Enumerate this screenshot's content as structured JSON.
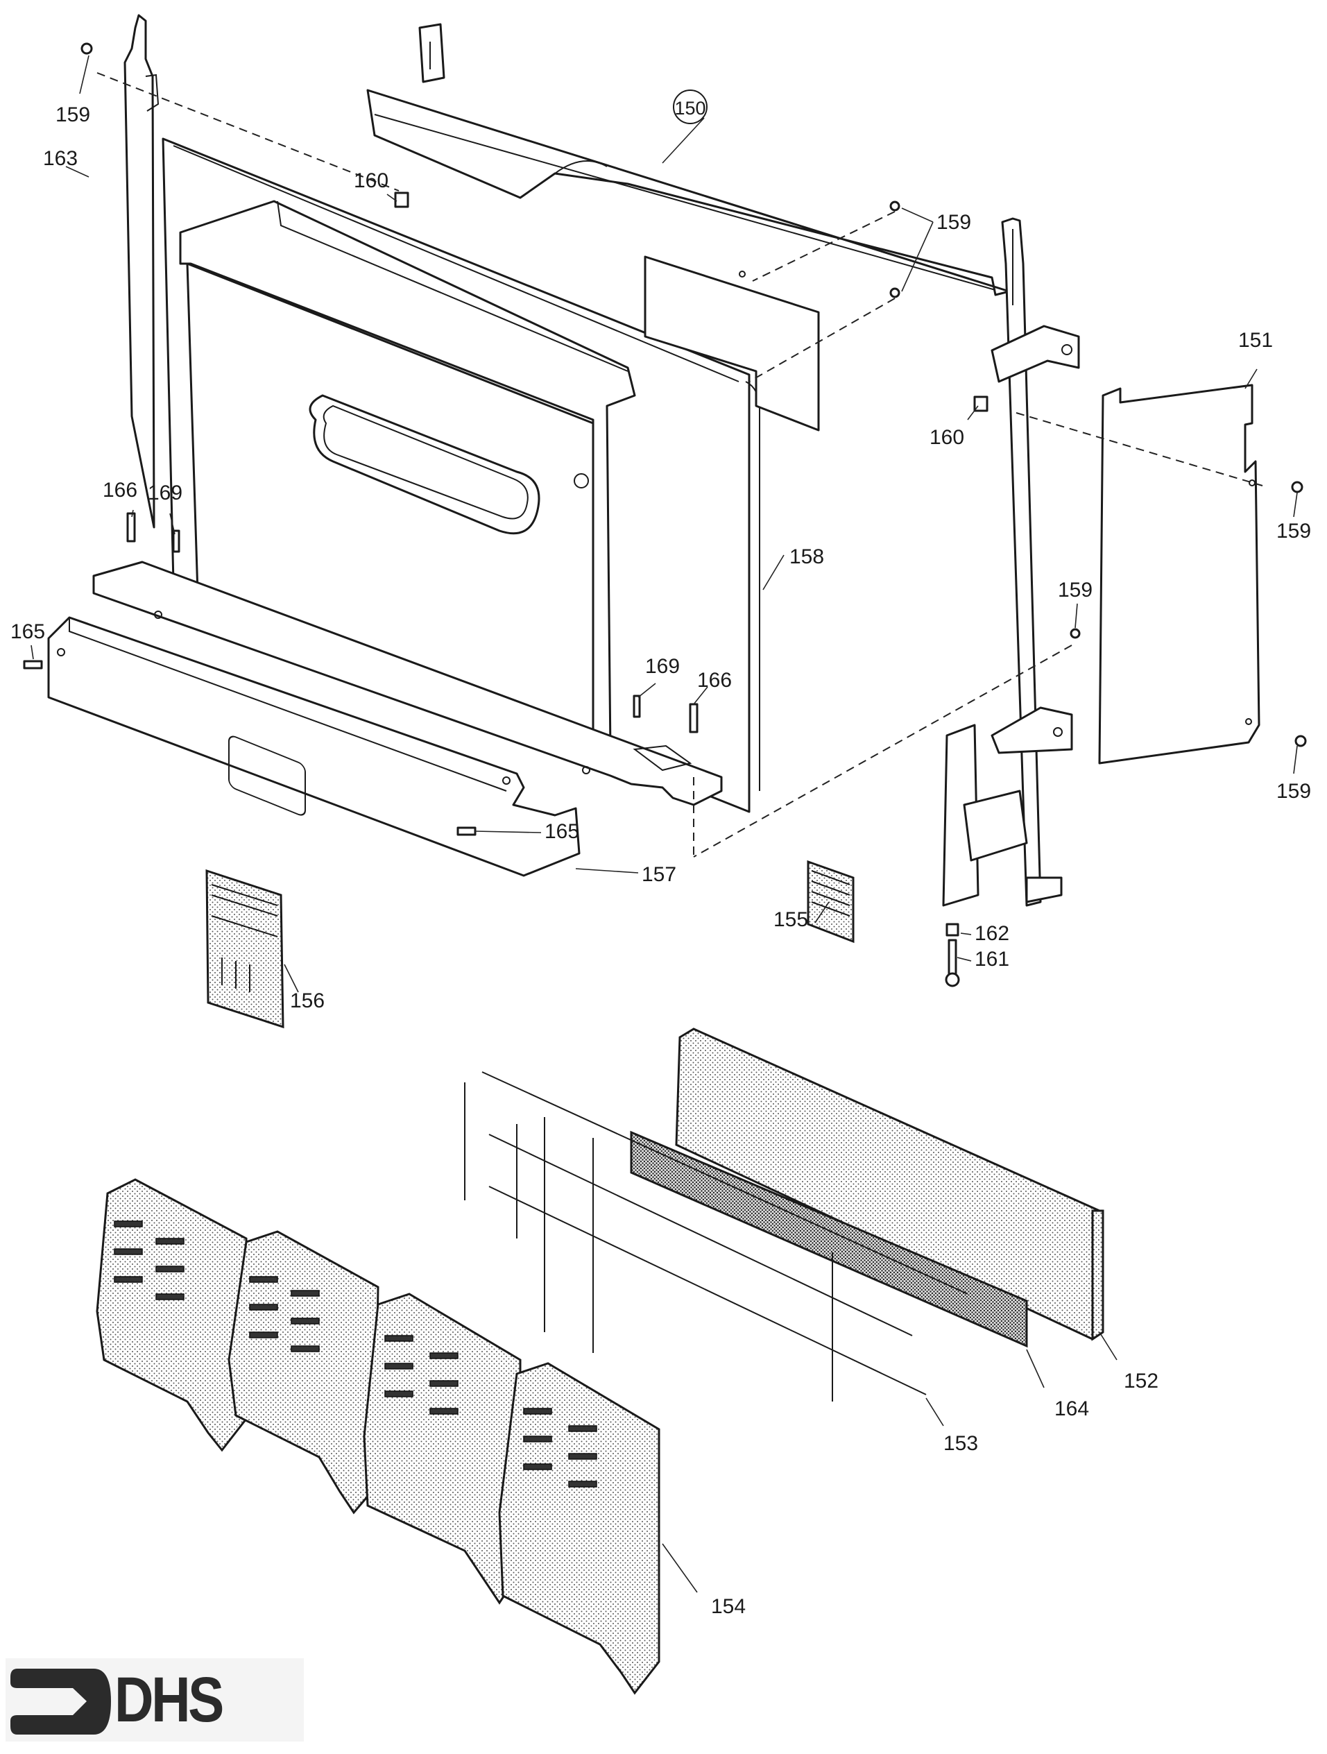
{
  "diagram": {
    "title": "Exploded parts diagram",
    "assembly_reference": "150",
    "parts": [
      {
        "id": "150",
        "description": "top canopy / hood assembly (circled reference)"
      },
      {
        "id": "151",
        "description": "right side panel"
      },
      {
        "id": "152",
        "description": "fuel bed / back panel (stippled)"
      },
      {
        "id": "153",
        "description": "wire grate frame"
      },
      {
        "id": "154",
        "description": "ceramic coal/grille blocks (x4)"
      },
      {
        "id": "155",
        "description": "right data label"
      },
      {
        "id": "156",
        "description": "left data label"
      },
      {
        "id": "157",
        "description": "front base trim panel"
      },
      {
        "id": "158",
        "description": "rear firebox panel"
      },
      {
        "id": "159",
        "description": "screw"
      },
      {
        "id": "160",
        "description": "clip nut"
      },
      {
        "id": "161",
        "description": "adjusting bolt"
      },
      {
        "id": "162",
        "description": "nut"
      },
      {
        "id": "163",
        "description": "left side strut"
      },
      {
        "id": "164",
        "description": "ember strip"
      },
      {
        "id": "165",
        "description": "screw"
      },
      {
        "id": "166",
        "description": "bolt"
      },
      {
        "id": "169",
        "description": "screw"
      }
    ],
    "callouts": {
      "c150": "150",
      "c159a": "159",
      "c159b": "159",
      "c159c": "159",
      "c159d": "159",
      "c159e": "159",
      "c160a": "160",
      "c160b": "160",
      "c163": "163",
      "c151": "151",
      "c166a": "166",
      "c169a": "169",
      "c158": "158",
      "c165a": "165",
      "c169b": "169",
      "c166b": "166",
      "c165b": "165",
      "c157": "157",
      "c155": "155",
      "c156": "156",
      "c162": "162",
      "c161": "161",
      "c152": "152",
      "c164": "164",
      "c153": "153",
      "c154": "154"
    }
  },
  "logo": {
    "text": "DHS",
    "color": "#2b2b2b"
  }
}
